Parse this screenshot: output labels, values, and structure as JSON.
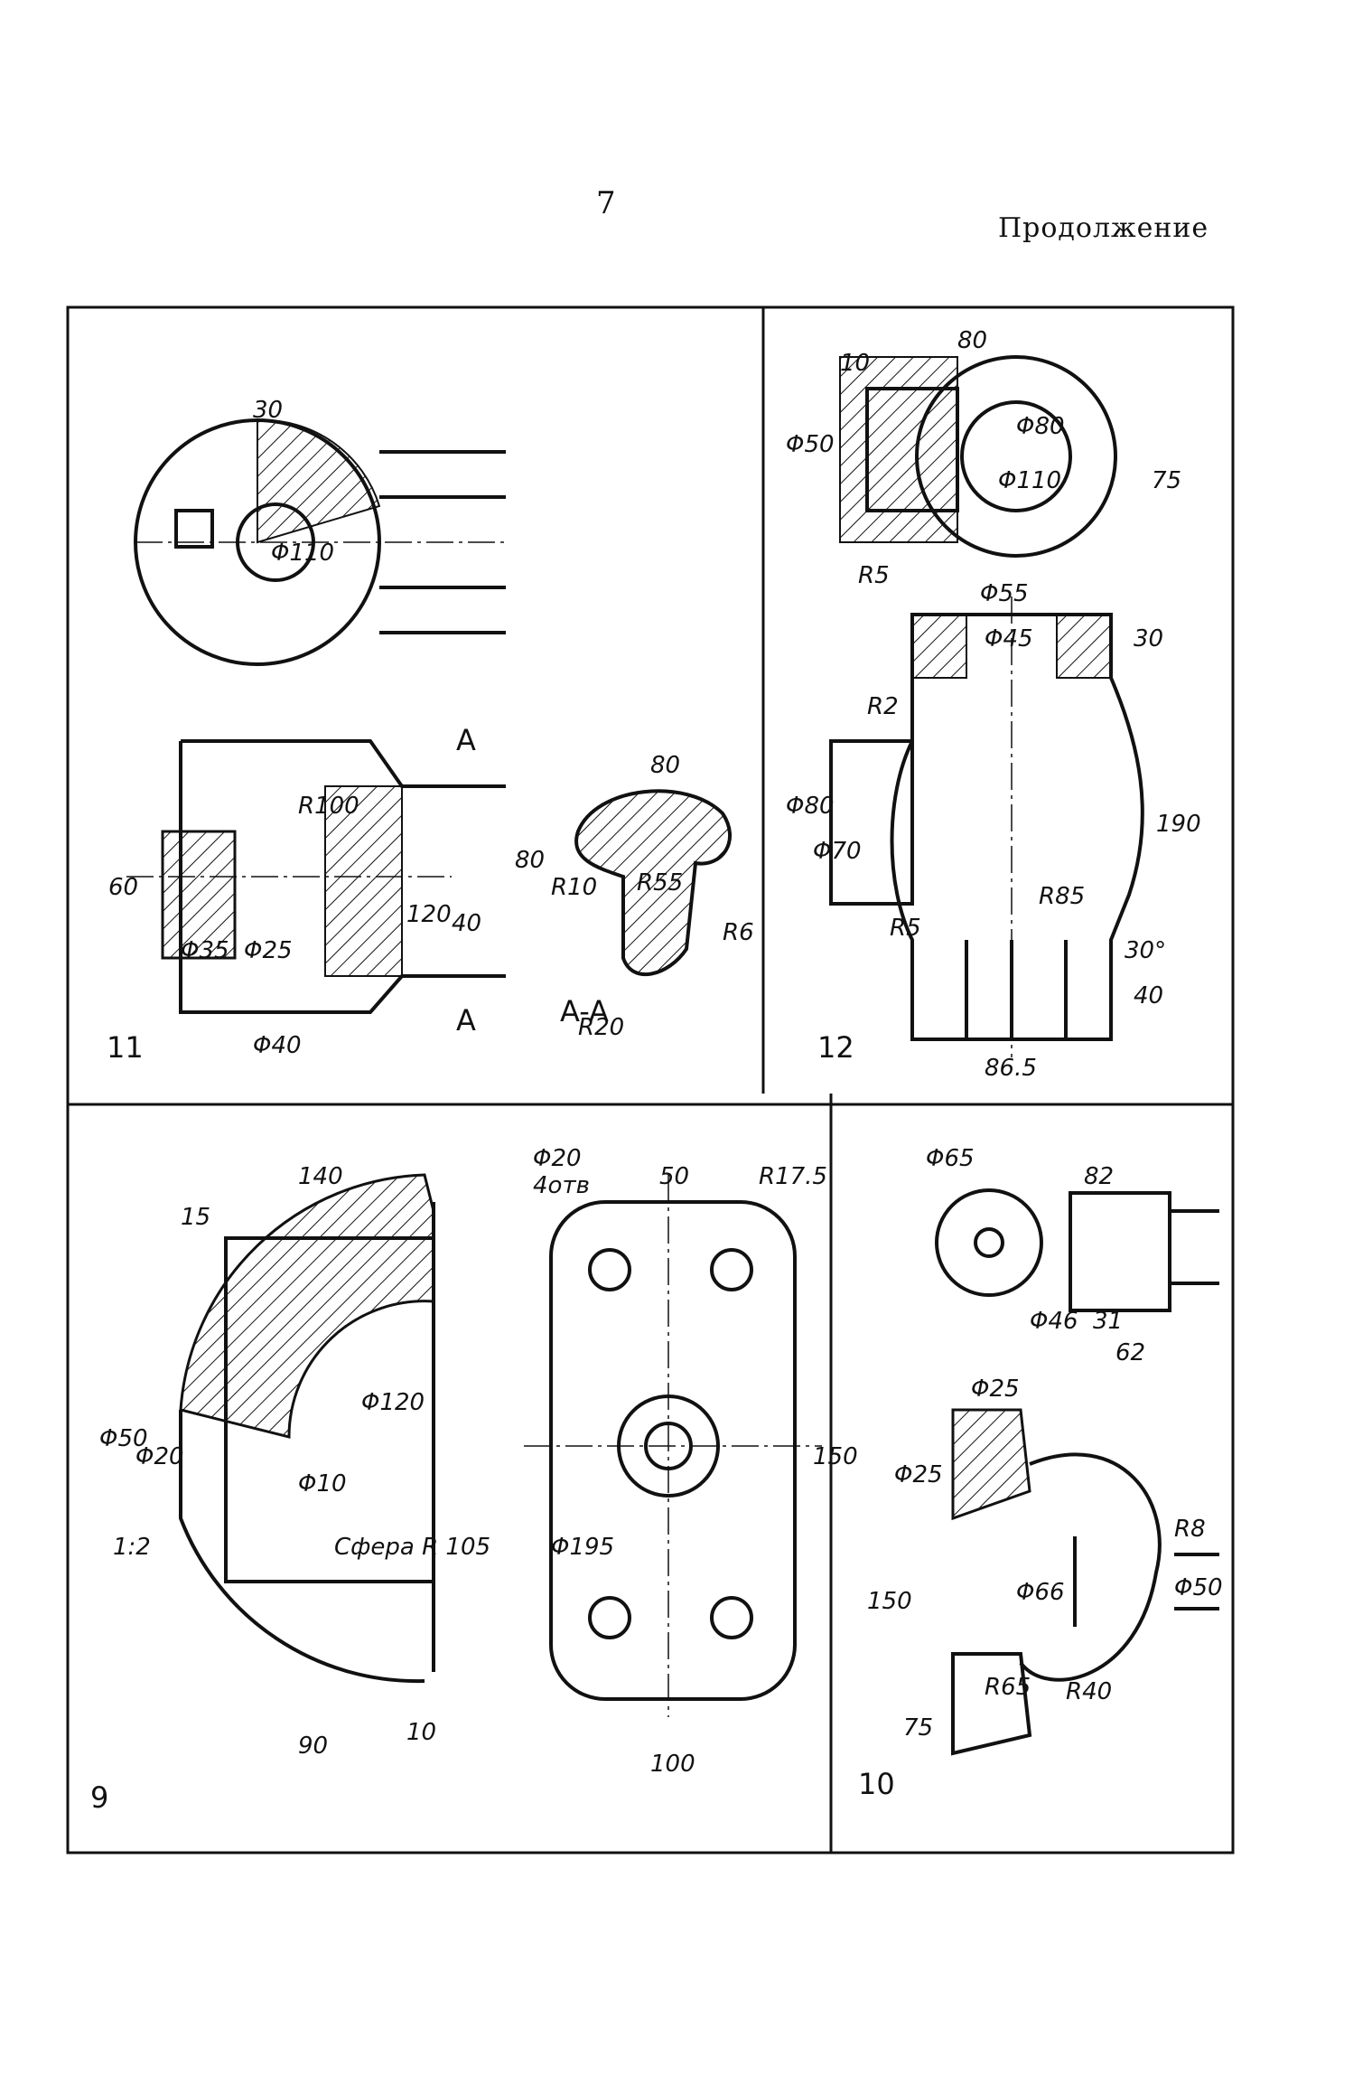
{
  "page": {
    "number": "7",
    "note": "Продолжение"
  },
  "panels": [
    {
      "id": "11",
      "label": "11",
      "section": "A-A",
      "dims": [
        "30",
        "Φ110",
        "R100",
        "60",
        "Φ35",
        "Φ25",
        "120",
        "40",
        "80",
        "Φ40",
        "80",
        "R10",
        "R55",
        "R6",
        "R20",
        "A",
        "A"
      ]
    },
    {
      "id": "12",
      "label": "12",
      "dims": [
        "80",
        "10",
        "Φ50",
        "Φ80",
        "Φ110",
        "75",
        "R5",
        "Φ55",
        "Φ45",
        "30",
        "R2",
        "Φ80",
        "Φ70",
        "190",
        "R85",
        "R5",
        "40",
        "30°",
        "86.5"
      ]
    },
    {
      "id": "9",
      "label": "9",
      "dims": [
        "140",
        "15",
        "Φ50",
        "Φ20",
        "Φ10",
        "Φ120",
        "Сфера R 105",
        "1:2",
        "90",
        "10",
        "Φ20",
        "4отв",
        "50",
        "R17.5",
        "150",
        "Φ195",
        "100"
      ]
    },
    {
      "id": "10",
      "label": "10",
      "dims": [
        "Φ65",
        "82",
        "Φ46",
        "31",
        "62",
        "Φ25",
        "Φ25",
        "150",
        "Φ66",
        "R8",
        "Φ50",
        "R65",
        "R40",
        "75"
      ]
    }
  ]
}
